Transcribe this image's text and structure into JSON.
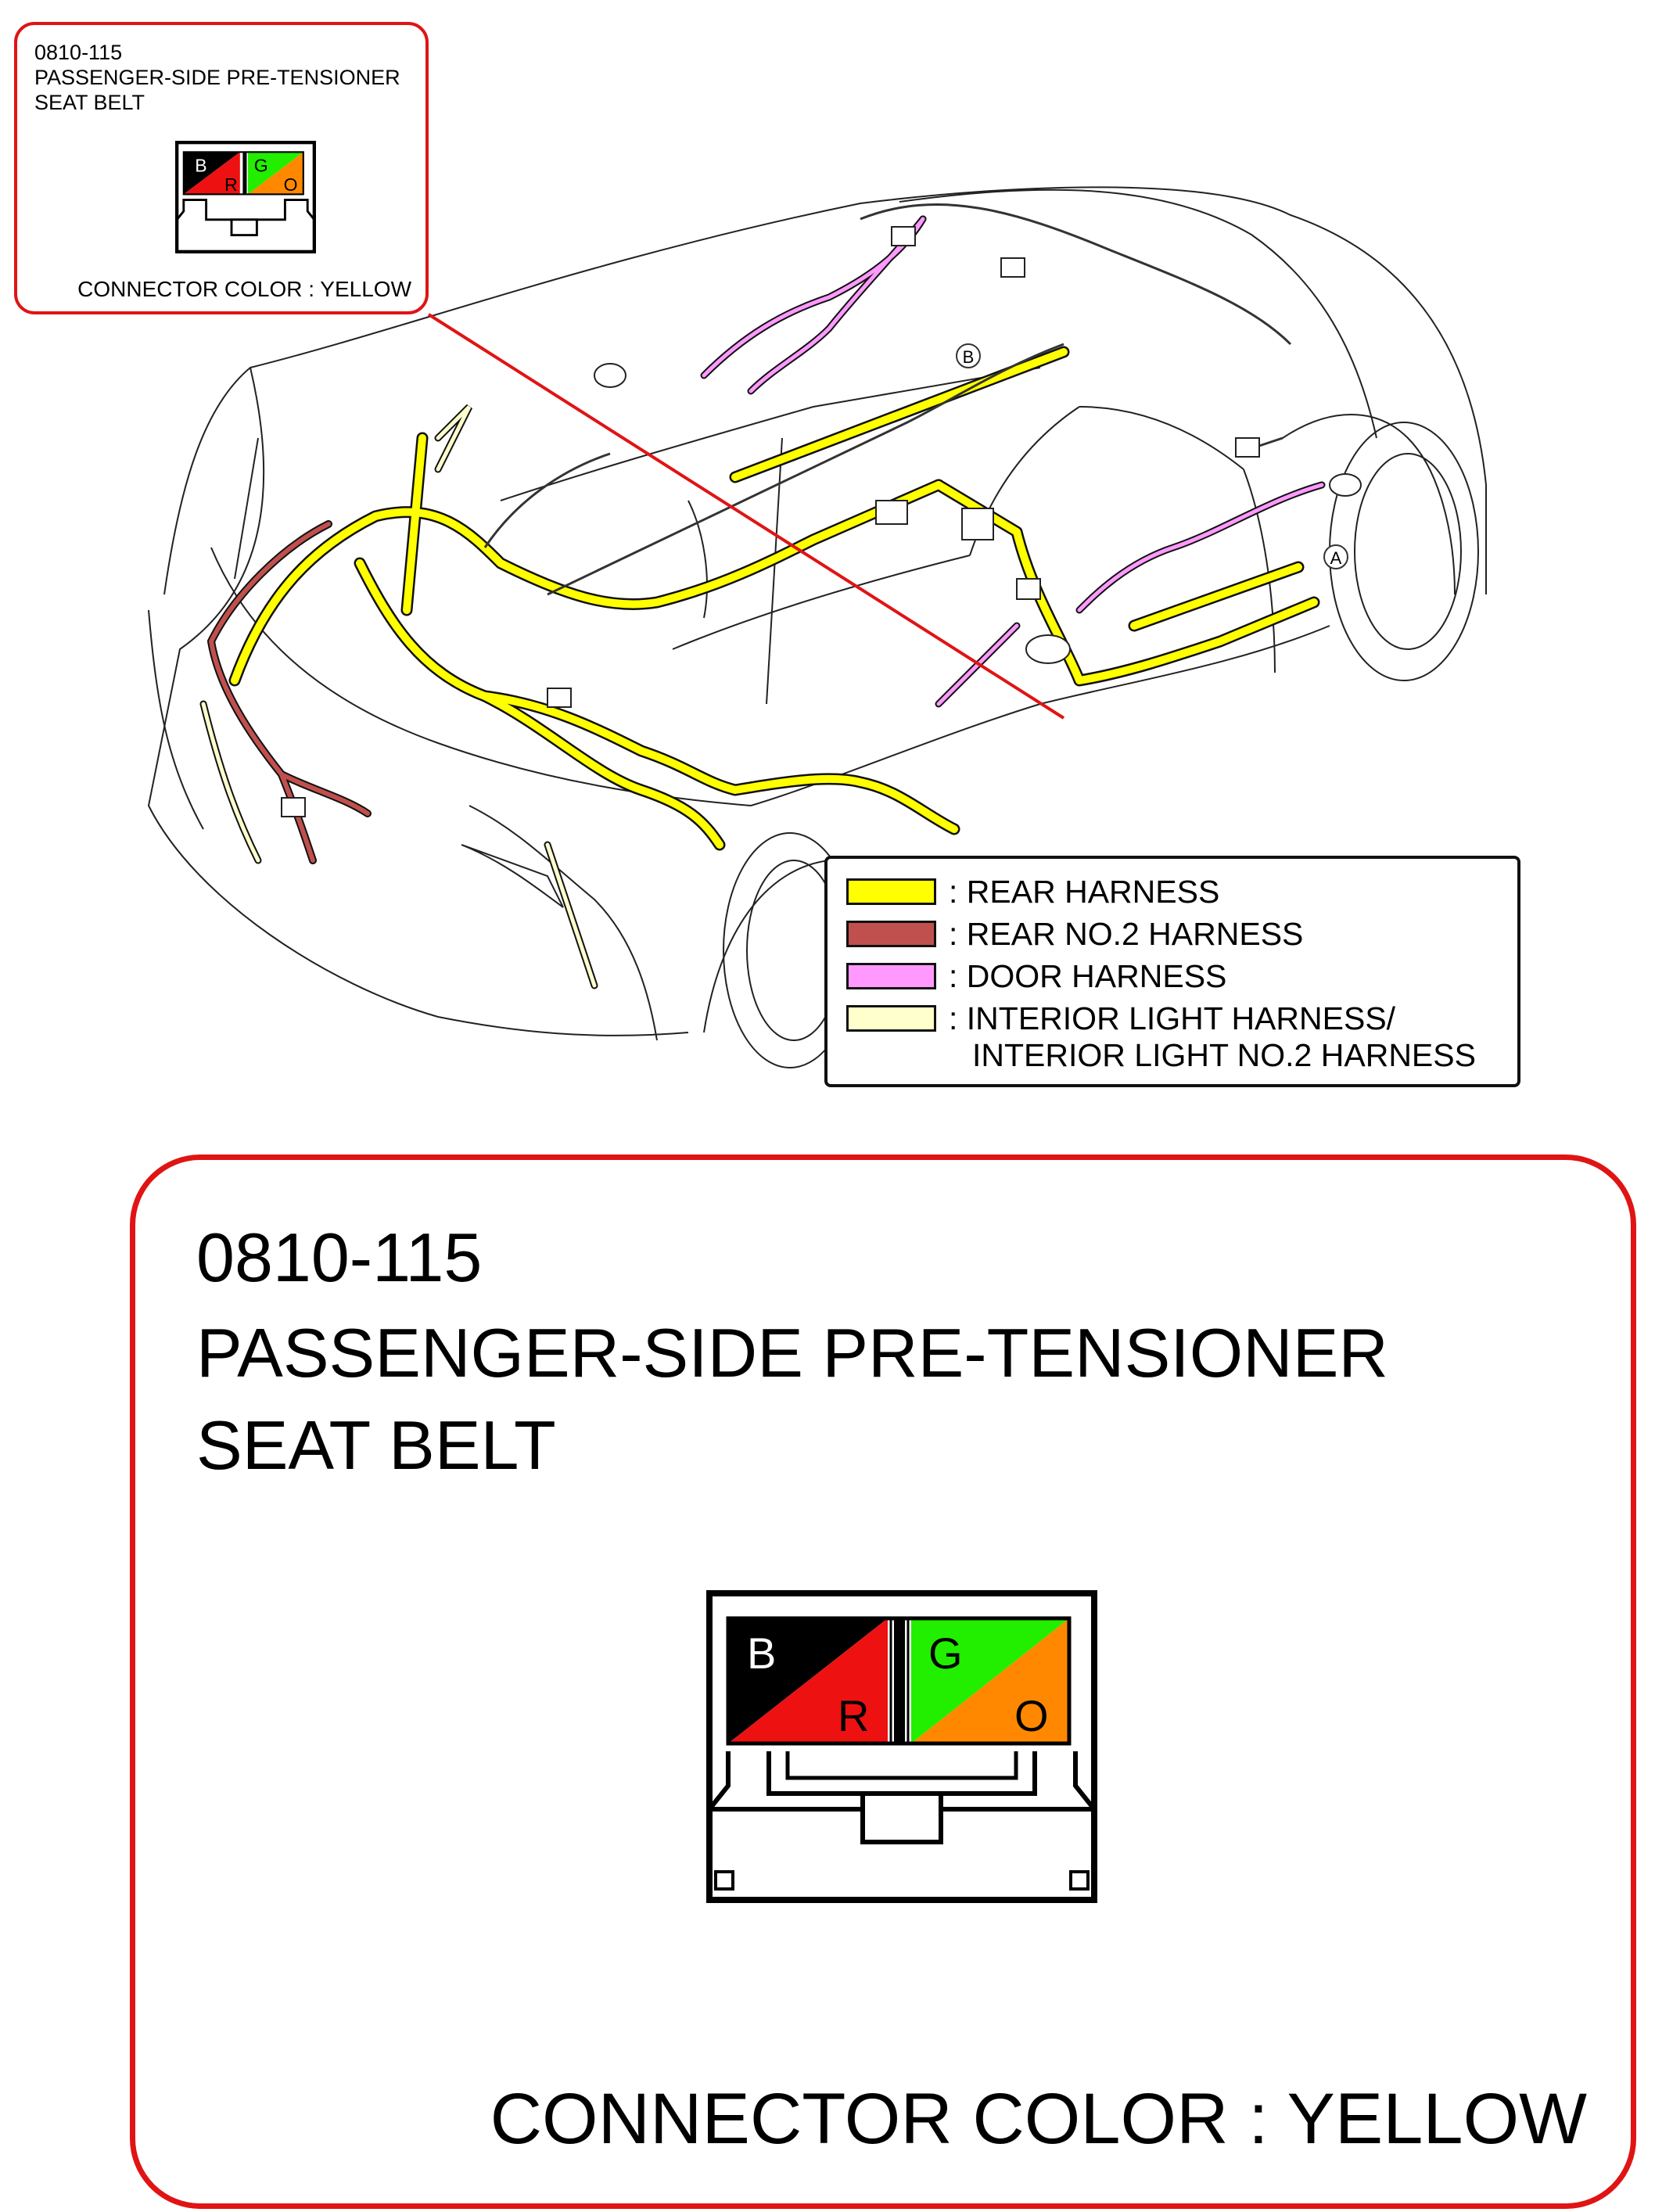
{
  "connector": {
    "number": "0810-115",
    "name_line1": "PASSENGER-SIDE PRE-TENSIONER",
    "name_line2": "SEAT BELT",
    "color_text": "CONNECTOR COLOR : YELLOW",
    "pins": [
      {
        "id": "B",
        "fill": "#000000",
        "label_color": "#ffffff"
      },
      {
        "id": "R",
        "fill": "#ee1111",
        "label_color": "#000000"
      },
      {
        "id": "G",
        "fill": "#22ee00",
        "label_color": "#000000"
      },
      {
        "id": "O",
        "fill": "#ff8800",
        "label_color": "#000000"
      }
    ]
  },
  "markers": {
    "a": "A",
    "b": "B"
  },
  "legend": {
    "items": [
      {
        "label": ": REAR HARNESS",
        "color": "#ffff00"
      },
      {
        "label": ": REAR NO.2 HARNESS",
        "color": "#c0504d"
      },
      {
        "label": ": DOOR HARNESS",
        "color": "#ff99ff"
      },
      {
        "label": ": INTERIOR LIGHT HARNESS/",
        "color": "#ffffcc"
      }
    ],
    "continuation": "INTERIOR LIGHT NO.2 HARNESS"
  },
  "colors": {
    "callout_border": "#e01414",
    "rear": "#ffff00",
    "rear_no2": "#c0504d",
    "door": "#ff99ff",
    "interior": "#ffffcc"
  }
}
